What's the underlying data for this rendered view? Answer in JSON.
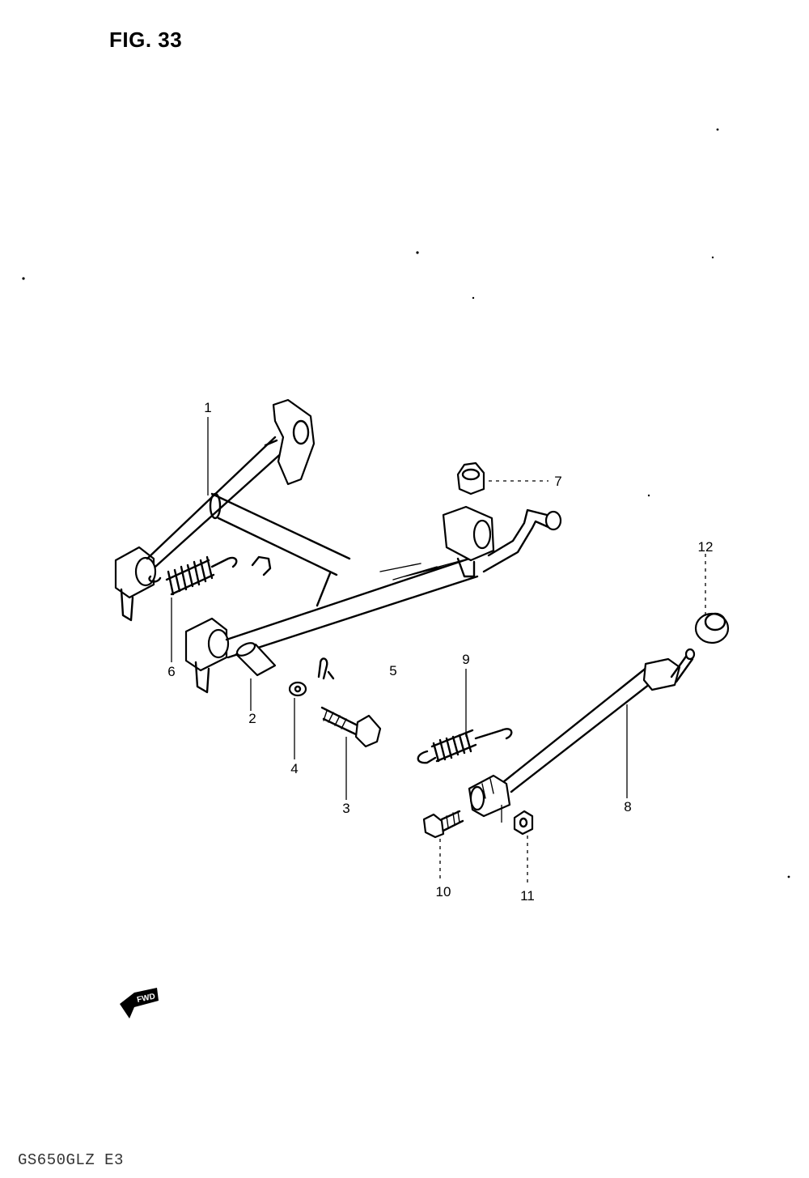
{
  "figure": {
    "title": "FIG. 33",
    "model_code": "GS650GLZ E3",
    "forward_marker": "FWD"
  },
  "callouts": {
    "c1": "1",
    "c2": "2",
    "c3": "3",
    "c4": "4",
    "c5": "5",
    "c6": "6",
    "c7": "7",
    "c8": "8",
    "c9": "9",
    "c10": "10",
    "c11": "11",
    "c12": "12"
  }
}
